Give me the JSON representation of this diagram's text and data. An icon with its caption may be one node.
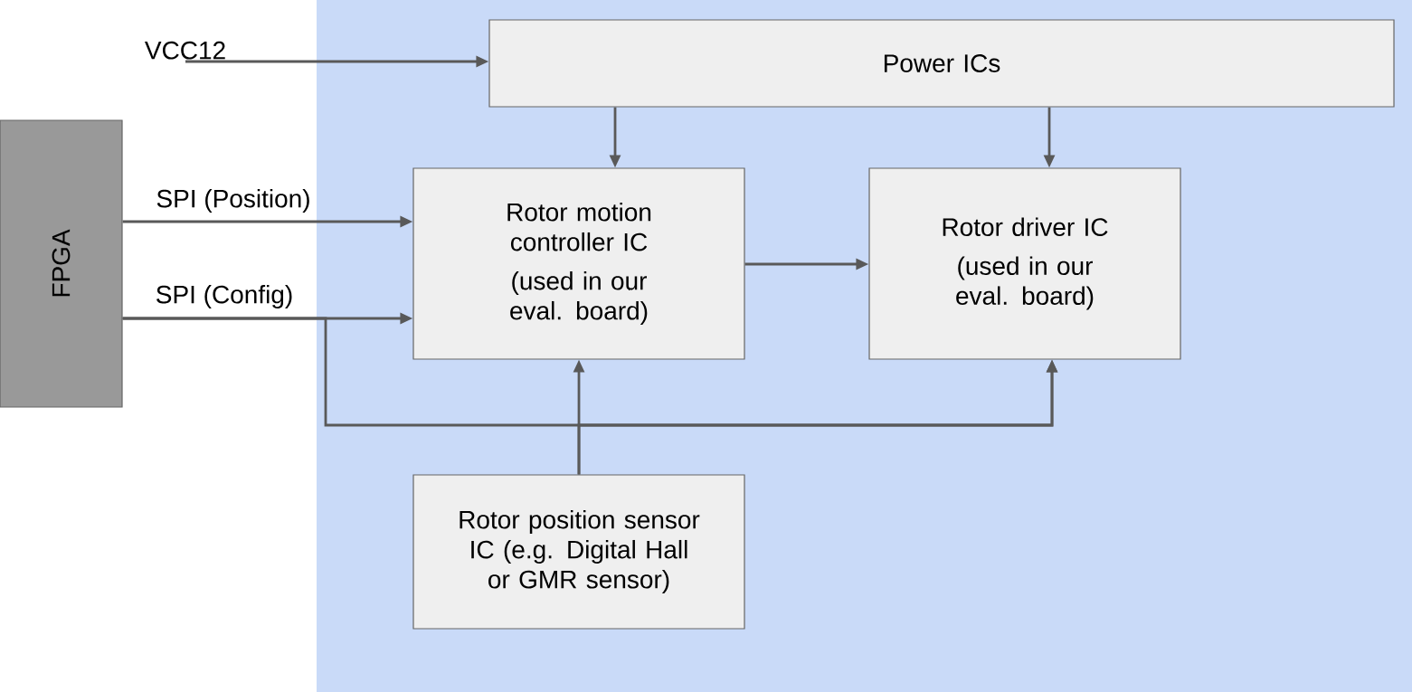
{
  "diagram": {
    "nodes": [
      {
        "text": [
          "VCC12"
        ]
      },
      {
        "text": [
          "Power ICs"
        ]
      },
      {
        "text": [
          "FPGA"
        ]
      },
      {
        "text": [
          "Rotor motion controller IC",
          "(used in our eval. board)"
        ]
      },
      {
        "text": [
          "Rotor driver IC",
          "(used in our eval. board)"
        ]
      },
      {
        "text": [
          "Rotor position sensor IC (e.g. Digital Hall or GMR sensor)"
        ]
      }
    ],
    "edges": [
      {
        "from": 0,
        "to": 1,
        "arrow": "to"
      },
      {
        "from": 1,
        "to": 3,
        "arrow": "to"
      },
      {
        "from": 1,
        "to": 4,
        "arrow": "to"
      },
      {
        "from": 2,
        "to": 3,
        "arrow": "to",
        "label": "SPI (Position)"
      },
      {
        "from": 2,
        "to": 3,
        "arrow": "to",
        "label": "SPI (Config)"
      },
      {
        "from": 3,
        "to": 4,
        "arrow": "to"
      },
      {
        "from": 5,
        "to": 3,
        "arrow": "to"
      },
      {
        "from": 5,
        "to": 4,
        "arrow": "to"
      },
      {
        "from": 2,
        "to": 4,
        "arrow": "to"
      }
    ]
  }
}
